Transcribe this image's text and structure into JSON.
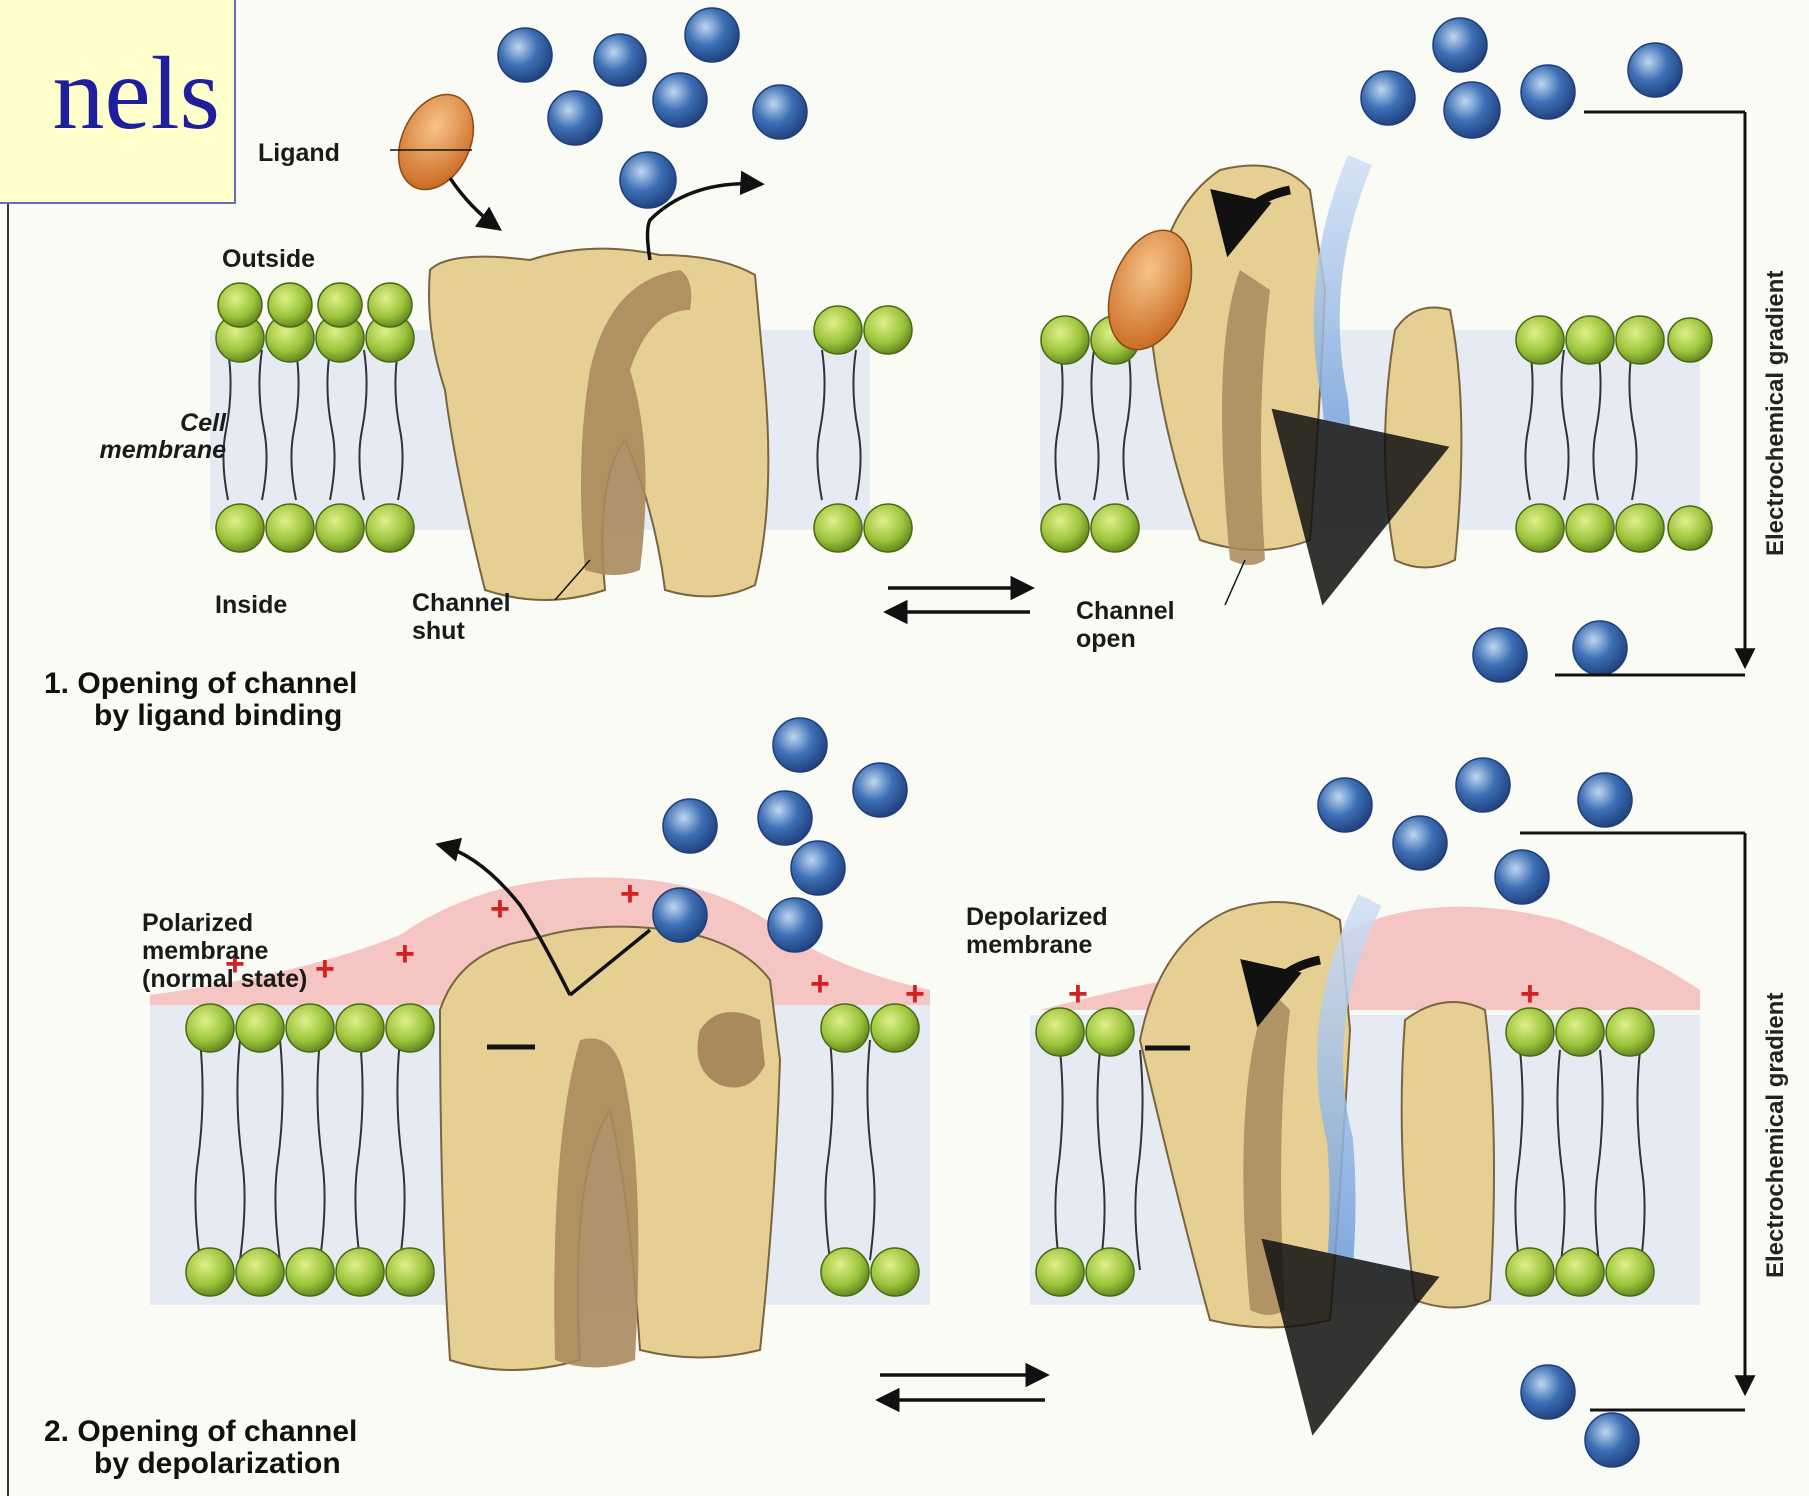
{
  "title": "nels",
  "labels": {
    "ligand": "Ligand",
    "outside": "Outside",
    "cell_membrane_line1": "Cell",
    "cell_membrane_line2": "membrane",
    "inside": "Inside",
    "channel_shut_line1": "Channel",
    "channel_shut_line2": "shut",
    "channel_open_line1": "Channel",
    "channel_open_line2": "open",
    "polarized_line1": "Polarized",
    "polarized_line2": "membrane",
    "polarized_line3": "(normal state)",
    "depolarized_line1": "Depolarized",
    "depolarized_line2": "membrane",
    "gradient_top": "Electrochemical gradient",
    "gradient_bottom": "Electrochemical gradient"
  },
  "captions": {
    "panel1_line1": "1. Opening of channel",
    "panel1_line2": "by ligand binding",
    "panel2_line1": "2. Opening of channel",
    "panel2_line2": "by depolarization"
  },
  "colors": {
    "ion": "#3d6fb5",
    "ligand": "#e08a3a",
    "protein": "#e5cf93",
    "protein_dark": "#a88a5d",
    "lipid_head": "#9cc43c",
    "flow_arrow": "#5b8fd6",
    "charge_layer": "#f2b3b0",
    "plus_sign": "#d42020"
  }
}
